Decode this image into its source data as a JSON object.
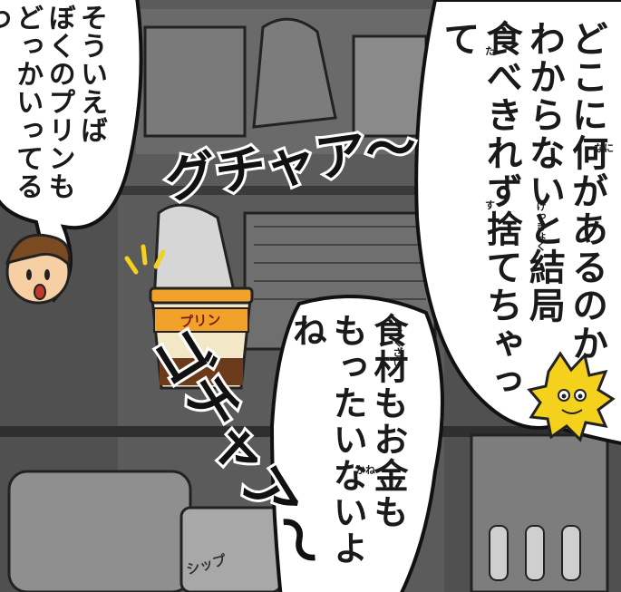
{
  "speech": {
    "left_lines": [
      "そういえば",
      "ぼくのプリンも",
      "どっかいってるわ"
    ],
    "right_lines": [
      "どこに何があるのか",
      "わからないと結局",
      "食べきれず捨てちゃって"
    ],
    "bottom_lines": [
      "食材もお金も",
      "もったいないよね"
    ]
  },
  "furigana": {
    "nani": "なに",
    "ta": "た",
    "kekkyoku": "けっきょく",
    "su": "す",
    "shokuzai": "しょくざい",
    "kane": "かね"
  },
  "sound_effects": {
    "top": "グチャア〜",
    "bottom": "ゴチャア〜"
  },
  "labels": {
    "pudding": "プリン",
    "jar": "シップ"
  },
  "colors": {
    "fridge_dark": "#4a4a4a",
    "bubble": "#ffffff",
    "pudding_cup": "#f2a12b",
    "pudding_caramel": "#6b3a1a",
    "mascot": "#f4d11c",
    "boy_hair": "#7a4a22"
  }
}
